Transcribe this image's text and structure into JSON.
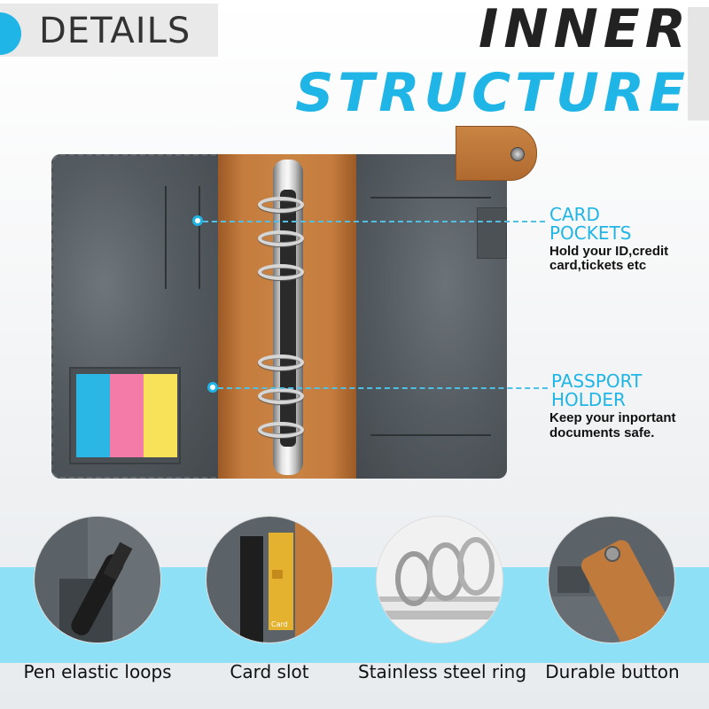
{
  "header": {
    "details_label": "DETAILS",
    "title_line1": "INNER",
    "title_line2": "STRUCTURE"
  },
  "callouts": [
    {
      "title_line1": "CARD",
      "title_line2": "POCKETS",
      "desc_line1": "Hold your ID,credit",
      "desc_line2": "card,tickets etc"
    },
    {
      "title_line1": "PASSPORT",
      "title_line2": "HOLDER",
      "desc_line1": "Keep your inportant",
      "desc_line2": "documents safe."
    }
  ],
  "features": [
    {
      "label": "Pen elastic loops",
      "icon": "pen-loop-icon"
    },
    {
      "label": "Card slot",
      "icon": "card-slot-icon"
    },
    {
      "label": "Stainless steel ring",
      "icon": "steel-ring-icon"
    },
    {
      "label": "Durable button",
      "icon": "snap-button-icon"
    }
  ],
  "card_text": "Card",
  "colors": {
    "accent": "#1fb5e6",
    "leather_gray": "#555c61",
    "leather_brown": "#c57c3e",
    "band": "#8ee0f6",
    "sticky_blue": "#2bb7e6",
    "sticky_pink": "#f47aa8",
    "sticky_yellow": "#f7e25a"
  }
}
